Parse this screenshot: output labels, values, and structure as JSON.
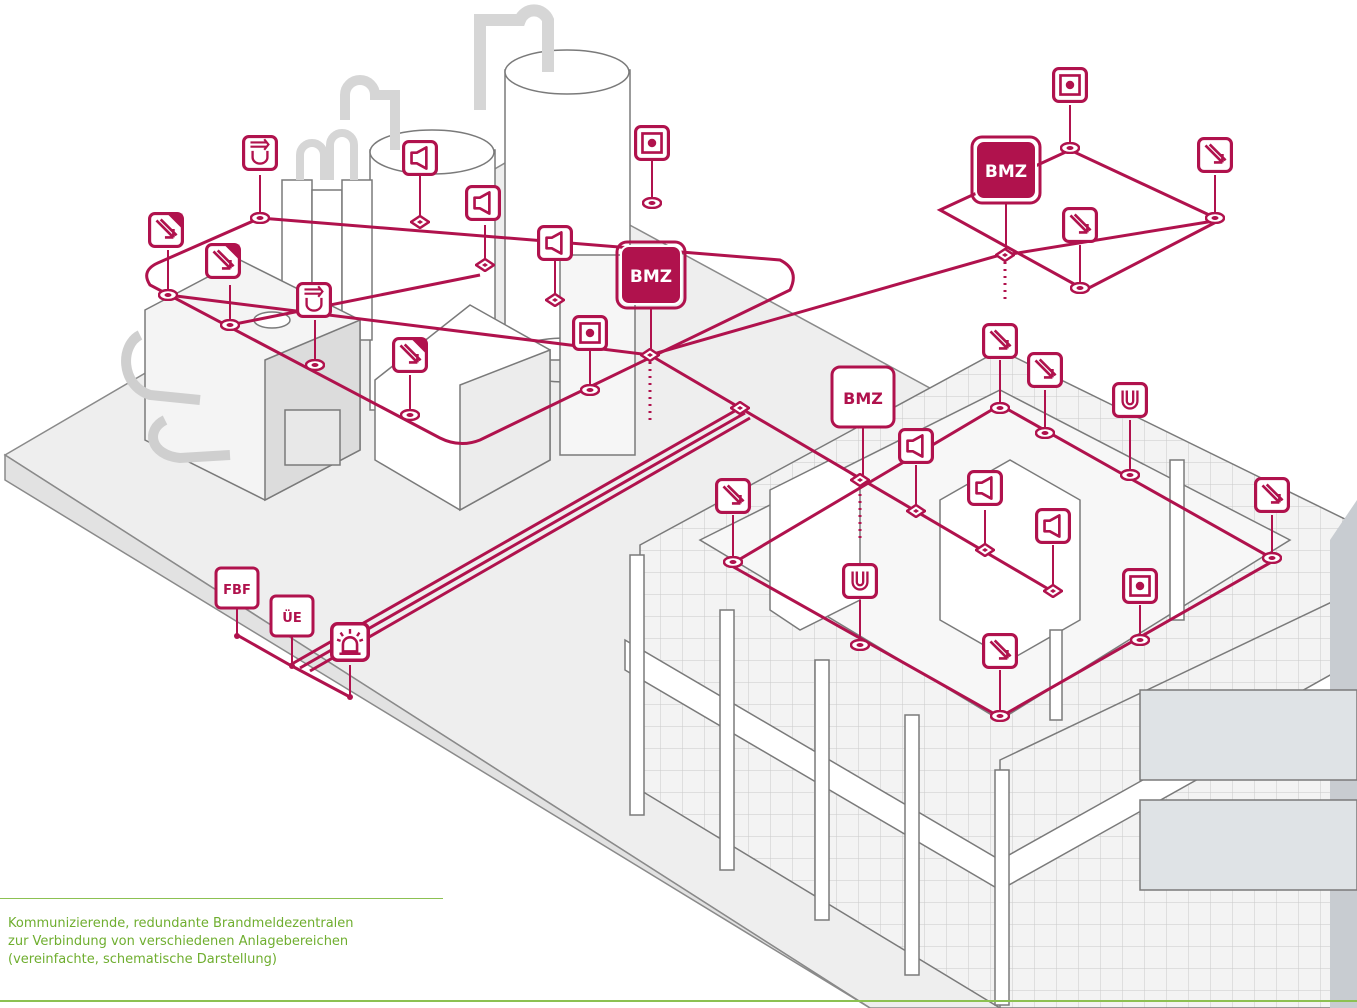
{
  "labels": {
    "bmz": "BMZ",
    "fbf": "FBF",
    "ue": "ÜE"
  },
  "caption": {
    "line1": "Kommunizierende, redundante Brandmeldezentralen",
    "line2": "zur Verbindung von verschiedenen Anlagebereichen",
    "line3": "(vereinfachte, schematische Darstellung)"
  },
  "colors": {
    "accent": "#b0124d",
    "outline": "#7a7a7a",
    "ground": "#e9e9e9",
    "caption": "#6fae2f"
  },
  "icons": {
    "manual_call_point": "push-button-icon",
    "smoke_detector": "smoke-detector-arrow-icon",
    "sounder": "horn-icon",
    "heat_detector": "u-shape-detector-icon",
    "beacon": "beacon-icon"
  }
}
